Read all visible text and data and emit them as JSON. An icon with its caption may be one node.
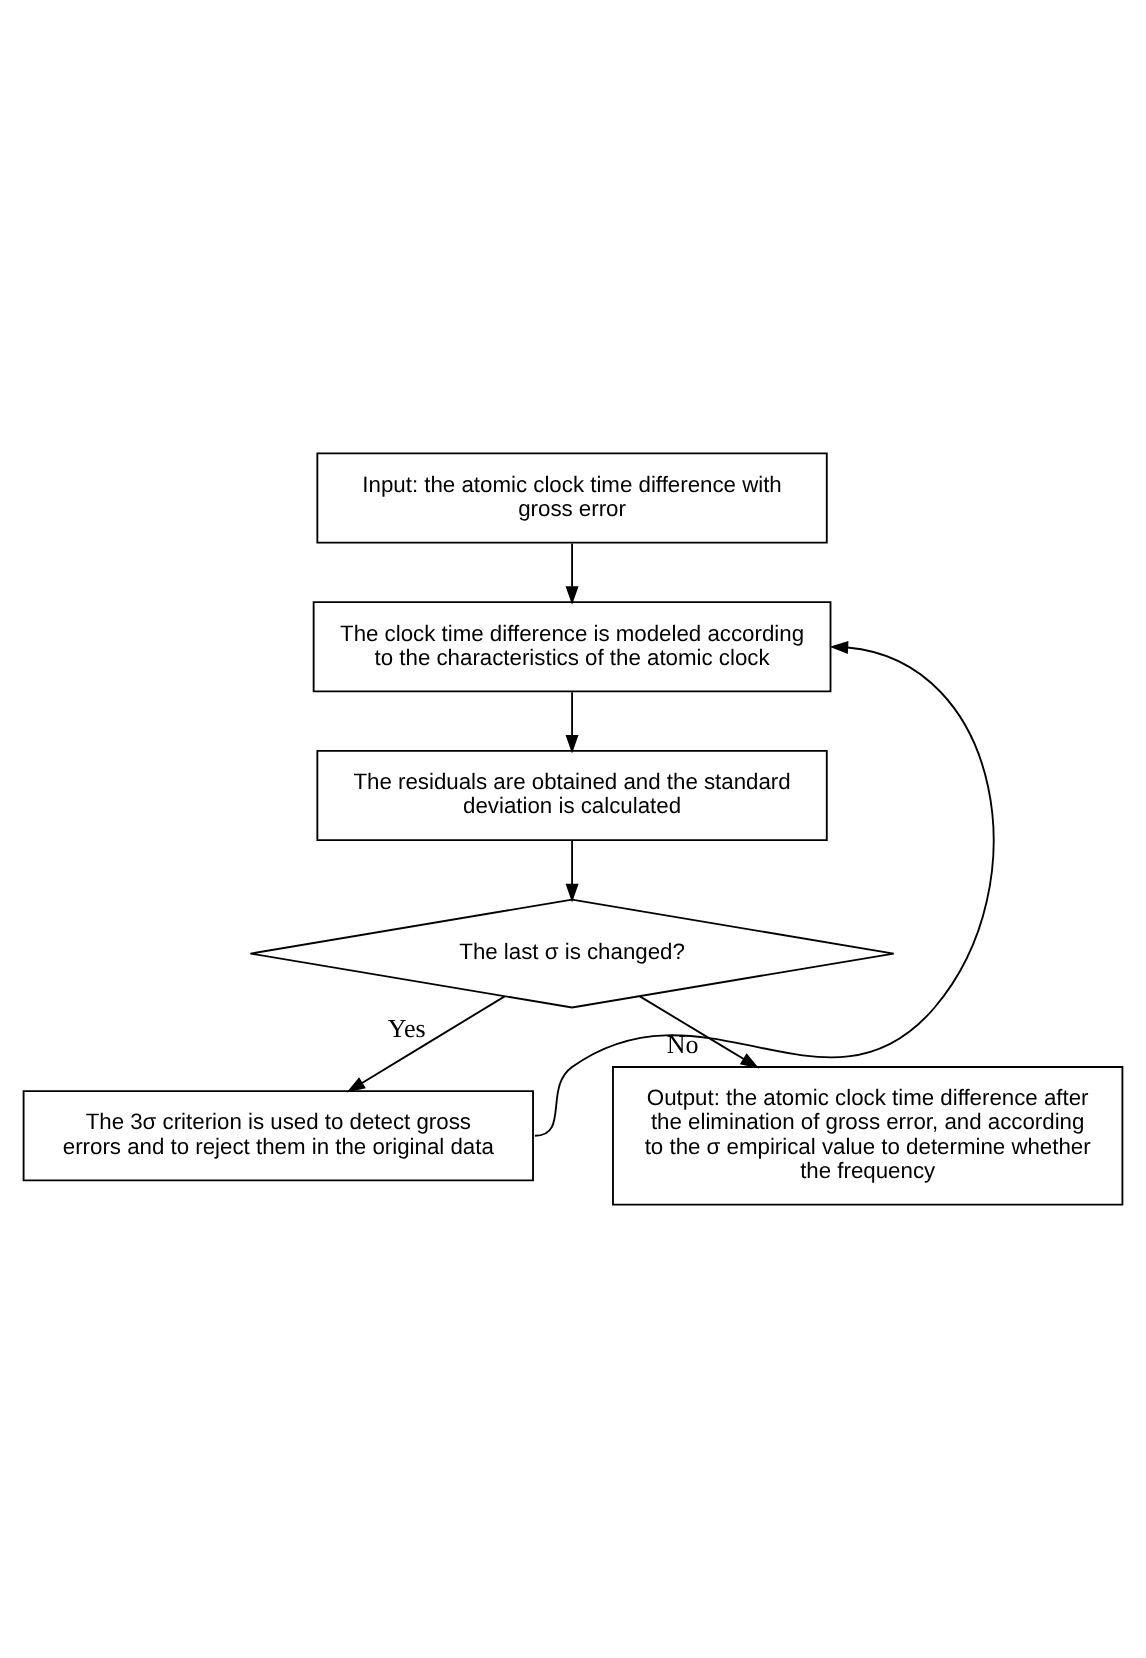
{
  "diagram": {
    "nodes": [
      {
        "text": [
          "Input: the atomic clock time difference with gross error"
        ]
      },
      {
        "text": [
          "The clock time difference is modeled according to the characteristics of the atomic clock"
        ]
      },
      {
        "text": [
          "The residuals are obtained and the standard deviation is calculated"
        ]
      },
      {
        "text": [
          "The last σ is changed?"
        ]
      },
      {
        "text": [
          "The 3σ criterion is used to detect gross errors and to reject them in the original data"
        ]
      },
      {
        "text": [
          "Output: the atomic clock time difference after the elimination of gross error, and according to the σ empirical value to determine whether the frequency"
        ]
      }
    ],
    "edges": [
      {
        "from": 0,
        "to": 1,
        "arrow": "to"
      },
      {
        "from": 1,
        "to": 2,
        "arrow": "to"
      },
      {
        "from": 2,
        "to": 3,
        "arrow": "to"
      },
      {
        "from": 3,
        "to": 4,
        "arrow": "to",
        "label": "Yes"
      },
      {
        "from": 3,
        "to": 5,
        "arrow": "to",
        "label": "No"
      },
      {
        "from": 4,
        "to": 1,
        "arrow": "to"
      }
    ]
  }
}
